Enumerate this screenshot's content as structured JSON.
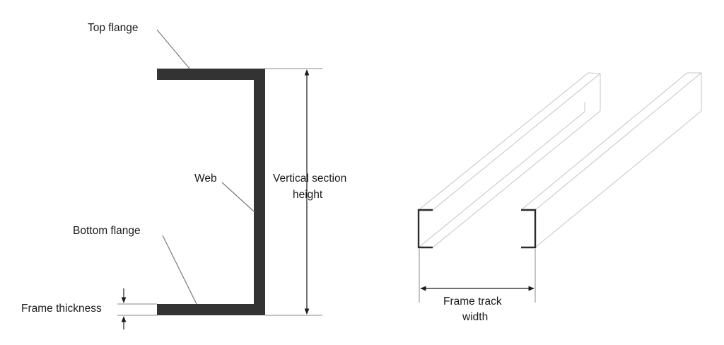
{
  "labels": {
    "top_flange": "Top flange",
    "web": "Web",
    "vertical_section_height_line1": "Vertical section",
    "vertical_section_height_line2": "height",
    "bottom_flange": "Bottom flange",
    "frame_thickness": "Frame thickness",
    "frame_track_width_line1": "Frame track",
    "frame_track_width_line2": "width"
  },
  "colors": {
    "section_fill": "#333333",
    "leader_line": "#7a7a7a",
    "rail_outline": "#c4c4c4",
    "text": "#1a1a1a"
  }
}
